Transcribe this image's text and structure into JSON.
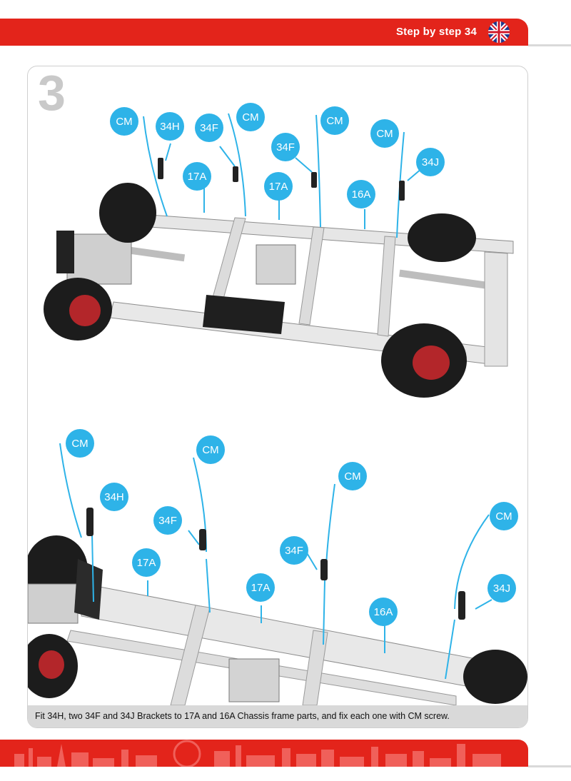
{
  "header": {
    "title": "Step by step 34"
  },
  "step": {
    "number": "3"
  },
  "callouts": {
    "top": [
      "CM",
      "34H",
      "34F",
      "CM",
      "17A",
      "34F",
      "CM",
      "17A",
      "CM",
      "16A",
      "34J"
    ],
    "bottom": [
      "CM",
      "34H",
      "CM",
      "34F",
      "17A",
      "CM",
      "34F",
      "17A",
      "16A",
      "CM",
      "34J"
    ]
  },
  "caption": "Fit 34H, two 34F and 34J Brackets to 17A and 16A Chassis frame parts, and fix each one with CM screw.",
  "colors": {
    "brand_red": "#e3241b",
    "callout_blue": "#2eb3e8"
  }
}
